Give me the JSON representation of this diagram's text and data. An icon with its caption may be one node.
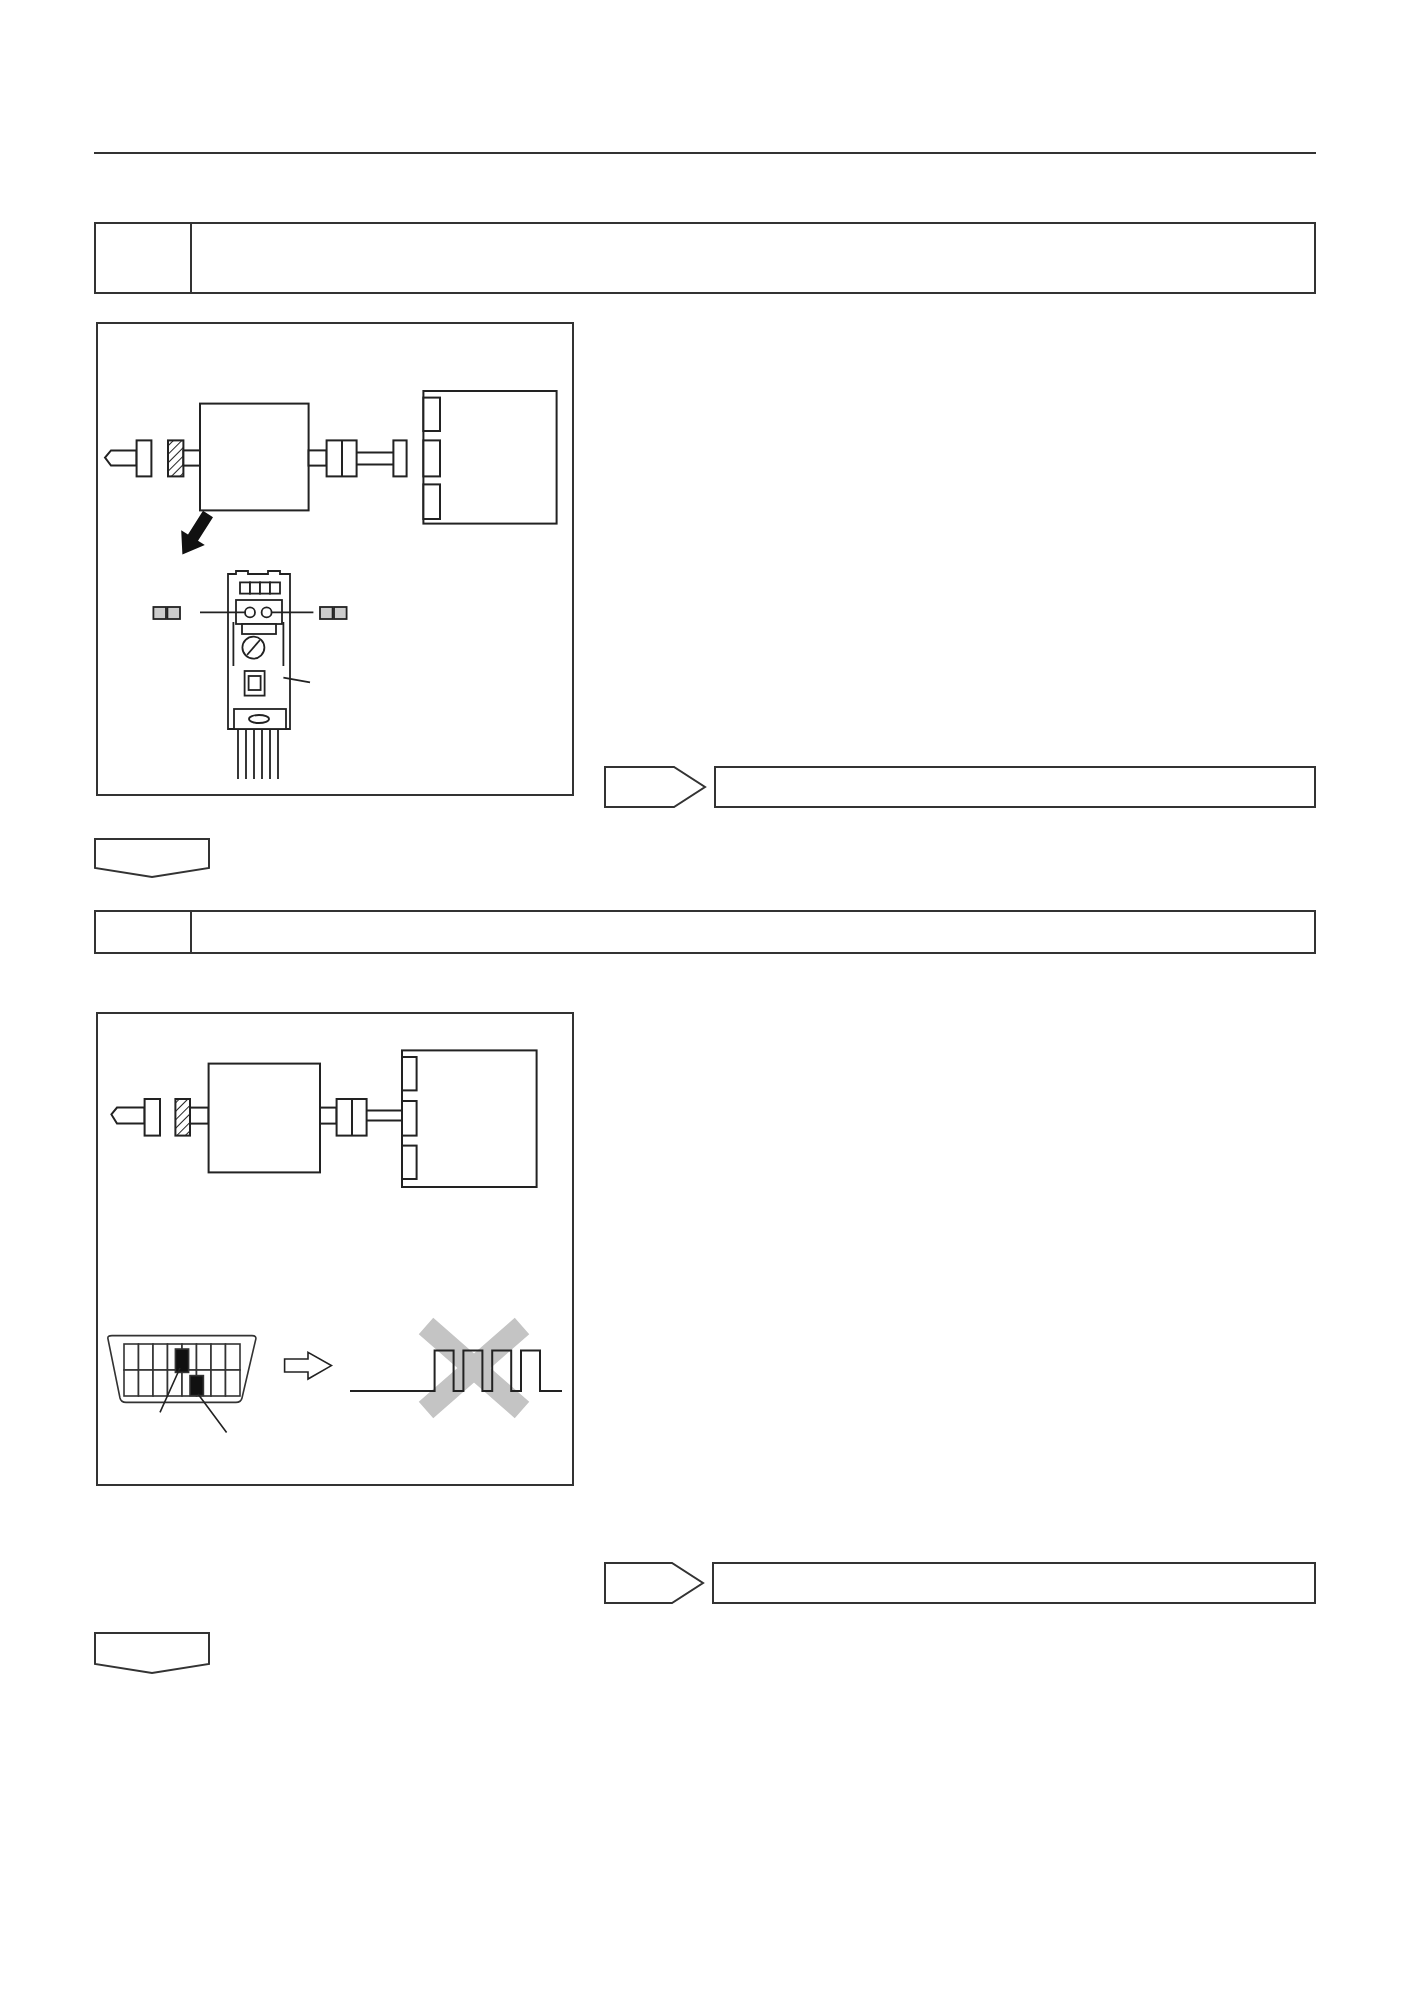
{
  "diagram": {
    "nodes": [
      {
        "text": [],
        "shape": "box"
      },
      {
        "text": [],
        "shape": "box"
      },
      {
        "text": [],
        "shape": "picture"
      },
      {
        "text": [],
        "shape": "pentagon"
      },
      {
        "text": [],
        "shape": "box"
      },
      {
        "text": [],
        "shape": "pentagon"
      },
      {
        "text": [],
        "shape": "box"
      },
      {
        "text": [],
        "shape": "box"
      },
      {
        "text": [],
        "shape": "picture"
      },
      {
        "text": [],
        "shape": "pentagon"
      },
      {
        "text": [],
        "shape": "box"
      },
      {
        "text": [],
        "shape": "pentagon"
      }
    ]
  }
}
